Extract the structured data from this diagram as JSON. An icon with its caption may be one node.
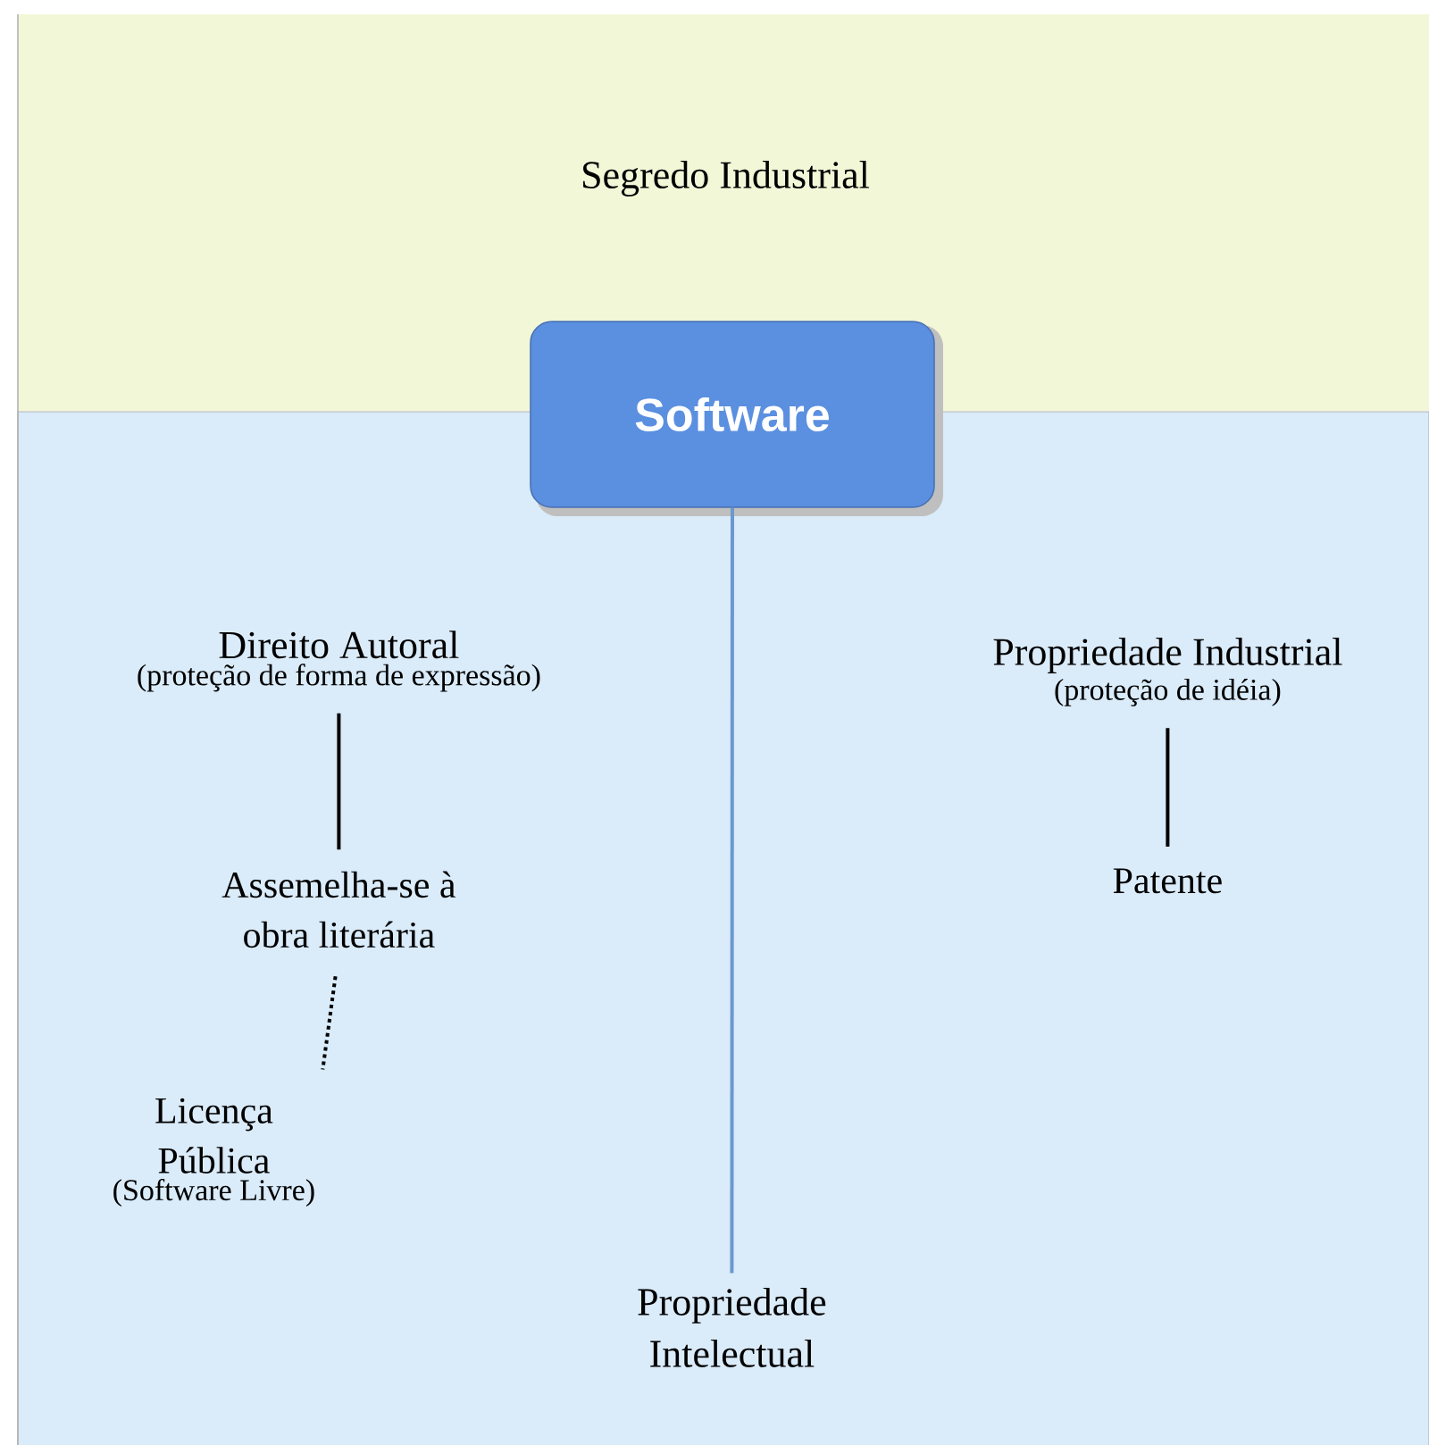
{
  "diagram": {
    "nodes": [
      {
        "text": [
          "Segredo Industrial"
        ]
      },
      {
        "text": [],
        "shape": "box"
      },
      {
        "text": [
          "Software"
        ]
      },
      {
        "text": [
          "Direito Autoral",
          "(proteção de forma de expressão)"
        ],
        "in": 1
      },
      {
        "text": [
          "Assemelha-se à obra literária"
        ],
        "in": 1
      },
      {
        "text": [
          "Licença Pública",
          "(Software Livre)"
        ],
        "in": 1
      },
      {
        "text": [
          "Propriedade Industrial",
          "(proteção de idéia)"
        ],
        "in": 1
      },
      {
        "text": [
          "Patente"
        ],
        "in": 1
      },
      {
        "text": [
          "Propriedade Intelectual"
        ],
        "in": 1
      }
    ],
    "edges": [
      {
        "from": 2,
        "to": 8,
        "arrow": "none",
        "color": "#6b98cf"
      },
      {
        "from": 3,
        "to": 4,
        "arrow": "none"
      },
      {
        "from": 4,
        "to": 5,
        "arrow": "none",
        "style": "dashed"
      },
      {
        "from": 6,
        "to": 7,
        "arrow": "none"
      }
    ]
  }
}
